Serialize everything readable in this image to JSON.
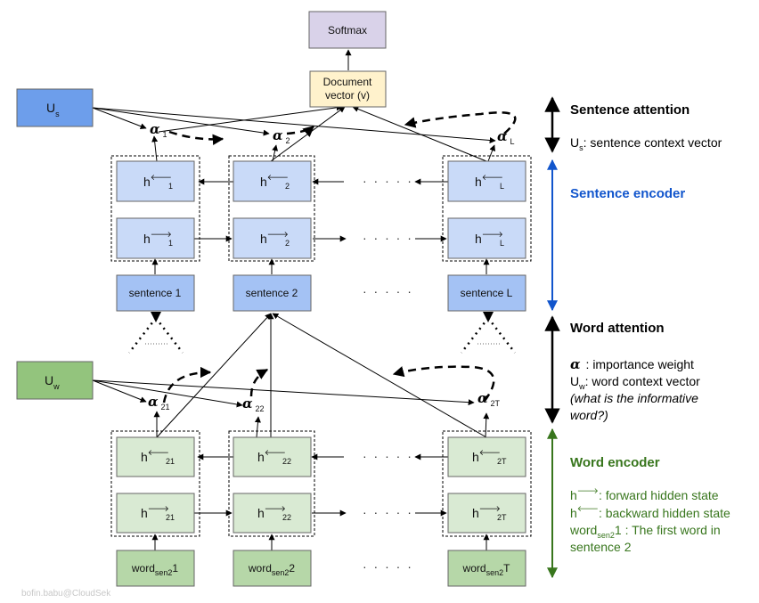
{
  "colors": {
    "softmax_fill": "#d9d2e9",
    "doc_fill": "#fff2cc",
    "us_fill": "#6d9eeb",
    "sentence_h_fill": "#c9daf8",
    "sentence_input_fill": "#a4c2f4",
    "uw_fill": "#93c47d",
    "word_h_fill": "#d9ead3",
    "word_input_fill": "#b6d7a8",
    "sentence_encoder_text": "#1155cc",
    "word_encoder_text": "#38761d",
    "sentence_encoder_arrow": "#1155cc",
    "word_encoder_arrow": "#38761d"
  },
  "top": {
    "softmax": "Softmax",
    "doc_line1": "Document",
    "doc_line2": "vector (v)"
  },
  "us": {
    "main": "U",
    "sub": "s"
  },
  "uw": {
    "main": "U",
    "sub": "w"
  },
  "alpha_glyph": "α",
  "sentence_alphas": [
    {
      "sub": "1"
    },
    {
      "sub": "2"
    },
    {
      "sub": "L"
    }
  ],
  "word_alphas": [
    {
      "sub": "21"
    },
    {
      "sub": "22"
    },
    {
      "sub": "2T"
    }
  ],
  "sentence_back": [
    {
      "main": "h",
      "arrow": "🡐",
      "sub": "1"
    },
    {
      "main": "h",
      "arrow": "🡐",
      "sub": "2"
    },
    {
      "main": "h",
      "arrow": "🡐",
      "sub": "L"
    }
  ],
  "sentence_fwd": [
    {
      "main": "h",
      "arrow": "🡒",
      "sub": "1"
    },
    {
      "main": "h",
      "arrow": "🡒",
      "sub": "2"
    },
    {
      "main": "h",
      "arrow": "🡒",
      "sub": "L"
    }
  ],
  "sentences": [
    "sentence 1",
    "sentence 2",
    "sentence L"
  ],
  "word_back": [
    {
      "main": "h",
      "arrow": "🡐",
      "sub": "21"
    },
    {
      "main": "h",
      "arrow": "🡐",
      "sub": "22"
    },
    {
      "main": "h",
      "arrow": "🡐",
      "sub": "2T"
    }
  ],
  "word_fwd": [
    {
      "main": "h",
      "arrow": "🡒",
      "sub": "21"
    },
    {
      "main": "h",
      "arrow": "🡒",
      "sub": "22"
    },
    {
      "main": "h",
      "arrow": "🡒",
      "sub": "2T"
    }
  ],
  "words": [
    {
      "main": "word",
      "sub": "sen2",
      "tail": "1"
    },
    {
      "main": "word",
      "sub": "sen2",
      "tail": "2"
    },
    {
      "main": "word",
      "sub": "sen2",
      "tail": "T"
    }
  ],
  "ellipsis": "· · · · ·",
  "right": {
    "sentence_attention": "Sentence attention",
    "us_desc_main": "U",
    "us_desc_sub": "s",
    "us_desc_text": ": sentence context vector",
    "sentence_encoder": "Sentence encoder",
    "word_attention": "Word attention",
    "alpha_desc": ": importance weight",
    "uw_desc_main": "U",
    "uw_desc_sub": "w",
    "uw_desc_text": ": word context vector",
    "question_line1": "(what is the informative",
    "question_line2": "word?)",
    "word_encoder": "Word encoder",
    "fwd_desc": ":  forward hidden state",
    "back_desc": ": backward hidden state",
    "word_desc_main": "word",
    "word_desc_sub": "sen2",
    "word_desc_text": "1 : The first word in",
    "word_desc_line2": "sentence 2"
  },
  "watermark": "bofin.babu@CloudSek"
}
